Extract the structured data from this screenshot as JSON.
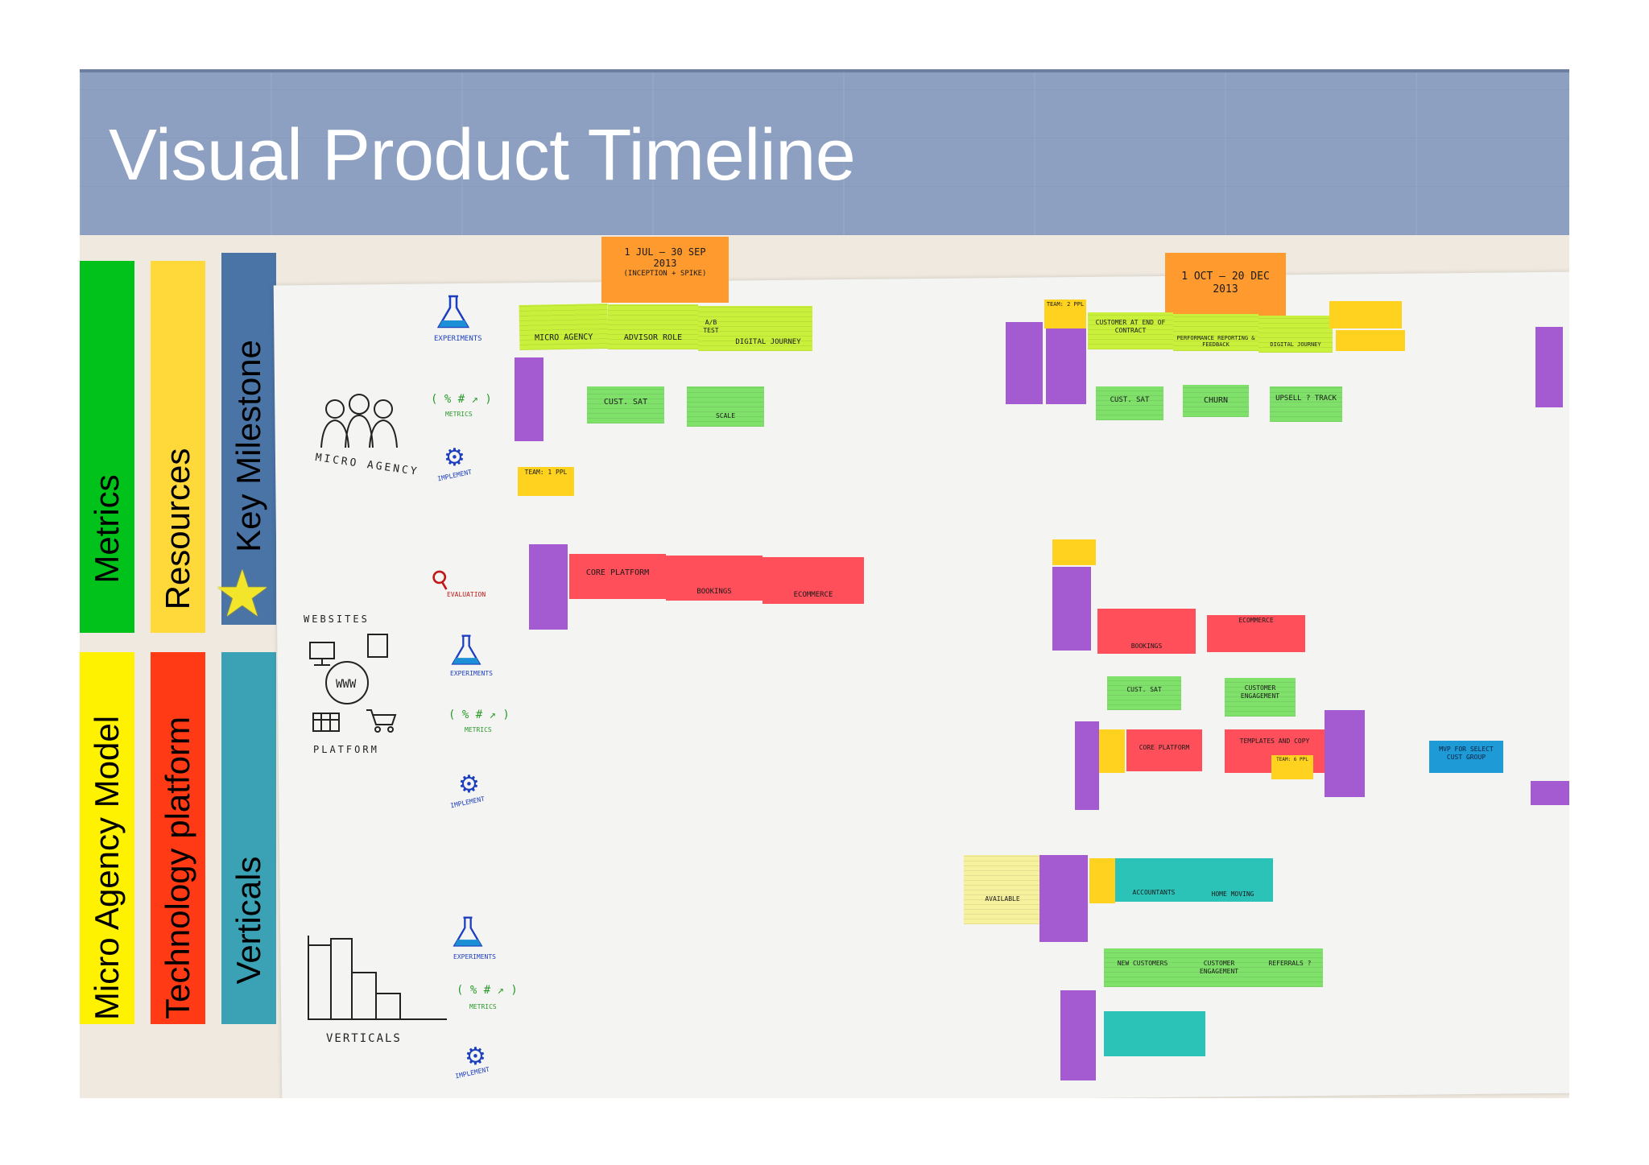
{
  "slide": {
    "title": "Visual Product Timeline",
    "colors": {
      "header": "#8da0c2",
      "metrics": "#00c21a",
      "resources": "#ffd83a",
      "key_milestone": "#4a73a6",
      "micro_agency": "#fff200",
      "technology": "#ff3a14",
      "verticals": "#3ba1b5"
    }
  },
  "legend": {
    "top": [
      {
        "label": "Metrics"
      },
      {
        "label": "Resources"
      },
      {
        "label": "Key Milestone"
      }
    ],
    "bottom": [
      {
        "label": "Micro Agency Model"
      },
      {
        "label": "Technology platform"
      },
      {
        "label": "Verticals"
      }
    ]
  },
  "board": {
    "milestones": [
      {
        "line1": "1 JUL – 30 SEP",
        "line2": "2013",
        "line3": "(INCEPTION + SPIKE)"
      },
      {
        "line1": "1 OCT – 20 DEC",
        "line2": "2013"
      }
    ],
    "rows": [
      {
        "name": "MICRO AGENCY",
        "labels": [
          "EXPERIMENTS",
          "( % # ↗ )",
          "METRICS",
          "IMPLEMENT"
        ]
      },
      {
        "name": "WEBSITES",
        "sub": "PLATFORM",
        "labels": [
          "EVALUATION",
          "EXPERIMENTS",
          "( % # ↗ )",
          "METRICS",
          "IMPLEMENT"
        ]
      },
      {
        "name": "VERTICALS",
        "labels": [
          "EXPERIMENTS",
          "( % # ↗ )",
          "METRICS",
          "IMPLEMENT"
        ]
      }
    ],
    "notes": {
      "micro_agency": "MICRO AGENCY",
      "advisor_role": "ADVISOR ROLE",
      "ab_test": "A/B TEST",
      "digital_journey": "DIGITAL JOURNEY",
      "cust_sat": "CUST. SAT",
      "scale": "SCALE",
      "team_1": "TEAM: 1 PPL",
      "core_platform": "CORE PLATFORM",
      "bookings": "BOOKINGS",
      "ecommerce": "ECOMMERCE",
      "customer_end": "CUSTOMER AT END OF CONTRACT",
      "performance": "PERFORMANCE REPORTING & FEEDBACK",
      "digital_journey_2": "DIGITAL JOURNEY",
      "churn": "CHURN",
      "upsell": "UPSELL ? TRACK",
      "team_2": "TEAM: 2 PPL",
      "customer_engagement": "CUSTOMER ENGAGEMENT",
      "templates": "TEMPLATES AND COPY",
      "team_6": "TEAM: 6 PPL",
      "mvp": "MVP FOR SELECT CUST GROUP",
      "available": "AVAILABLE",
      "accountants": "ACCOUNTANTS",
      "home_moving": "HOME MOVING",
      "new_customers": "NEW CUSTOMERS",
      "customer_engagement_2": "CUSTOMER ENGAGEMENT",
      "referrals": "REFERRALS ?"
    }
  }
}
